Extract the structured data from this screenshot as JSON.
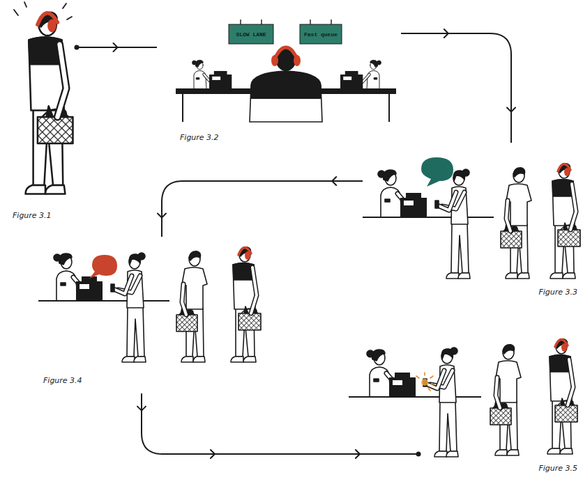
{
  "diagram": {
    "nodes": [
      {
        "text": [
          "Figure 3.1"
        ]
      },
      {
        "text": [
          "Figure 3.2"
        ]
      },
      {
        "text": [
          "Figure 3.3"
        ]
      },
      {
        "text": [
          "Figure 3.4"
        ]
      },
      {
        "text": [
          "Figure 3.5"
        ]
      }
    ],
    "edges": [
      {
        "from": 0,
        "to": 1,
        "arrow": "to"
      },
      {
        "from": 1,
        "to": 2,
        "arrow": "to"
      },
      {
        "from": 2,
        "to": 3,
        "arrow": "to"
      },
      {
        "from": 3,
        "to": 4,
        "arrow": "to"
      }
    ],
    "labels": [
      "SLOW LANE",
      "Fast queue"
    ]
  }
}
